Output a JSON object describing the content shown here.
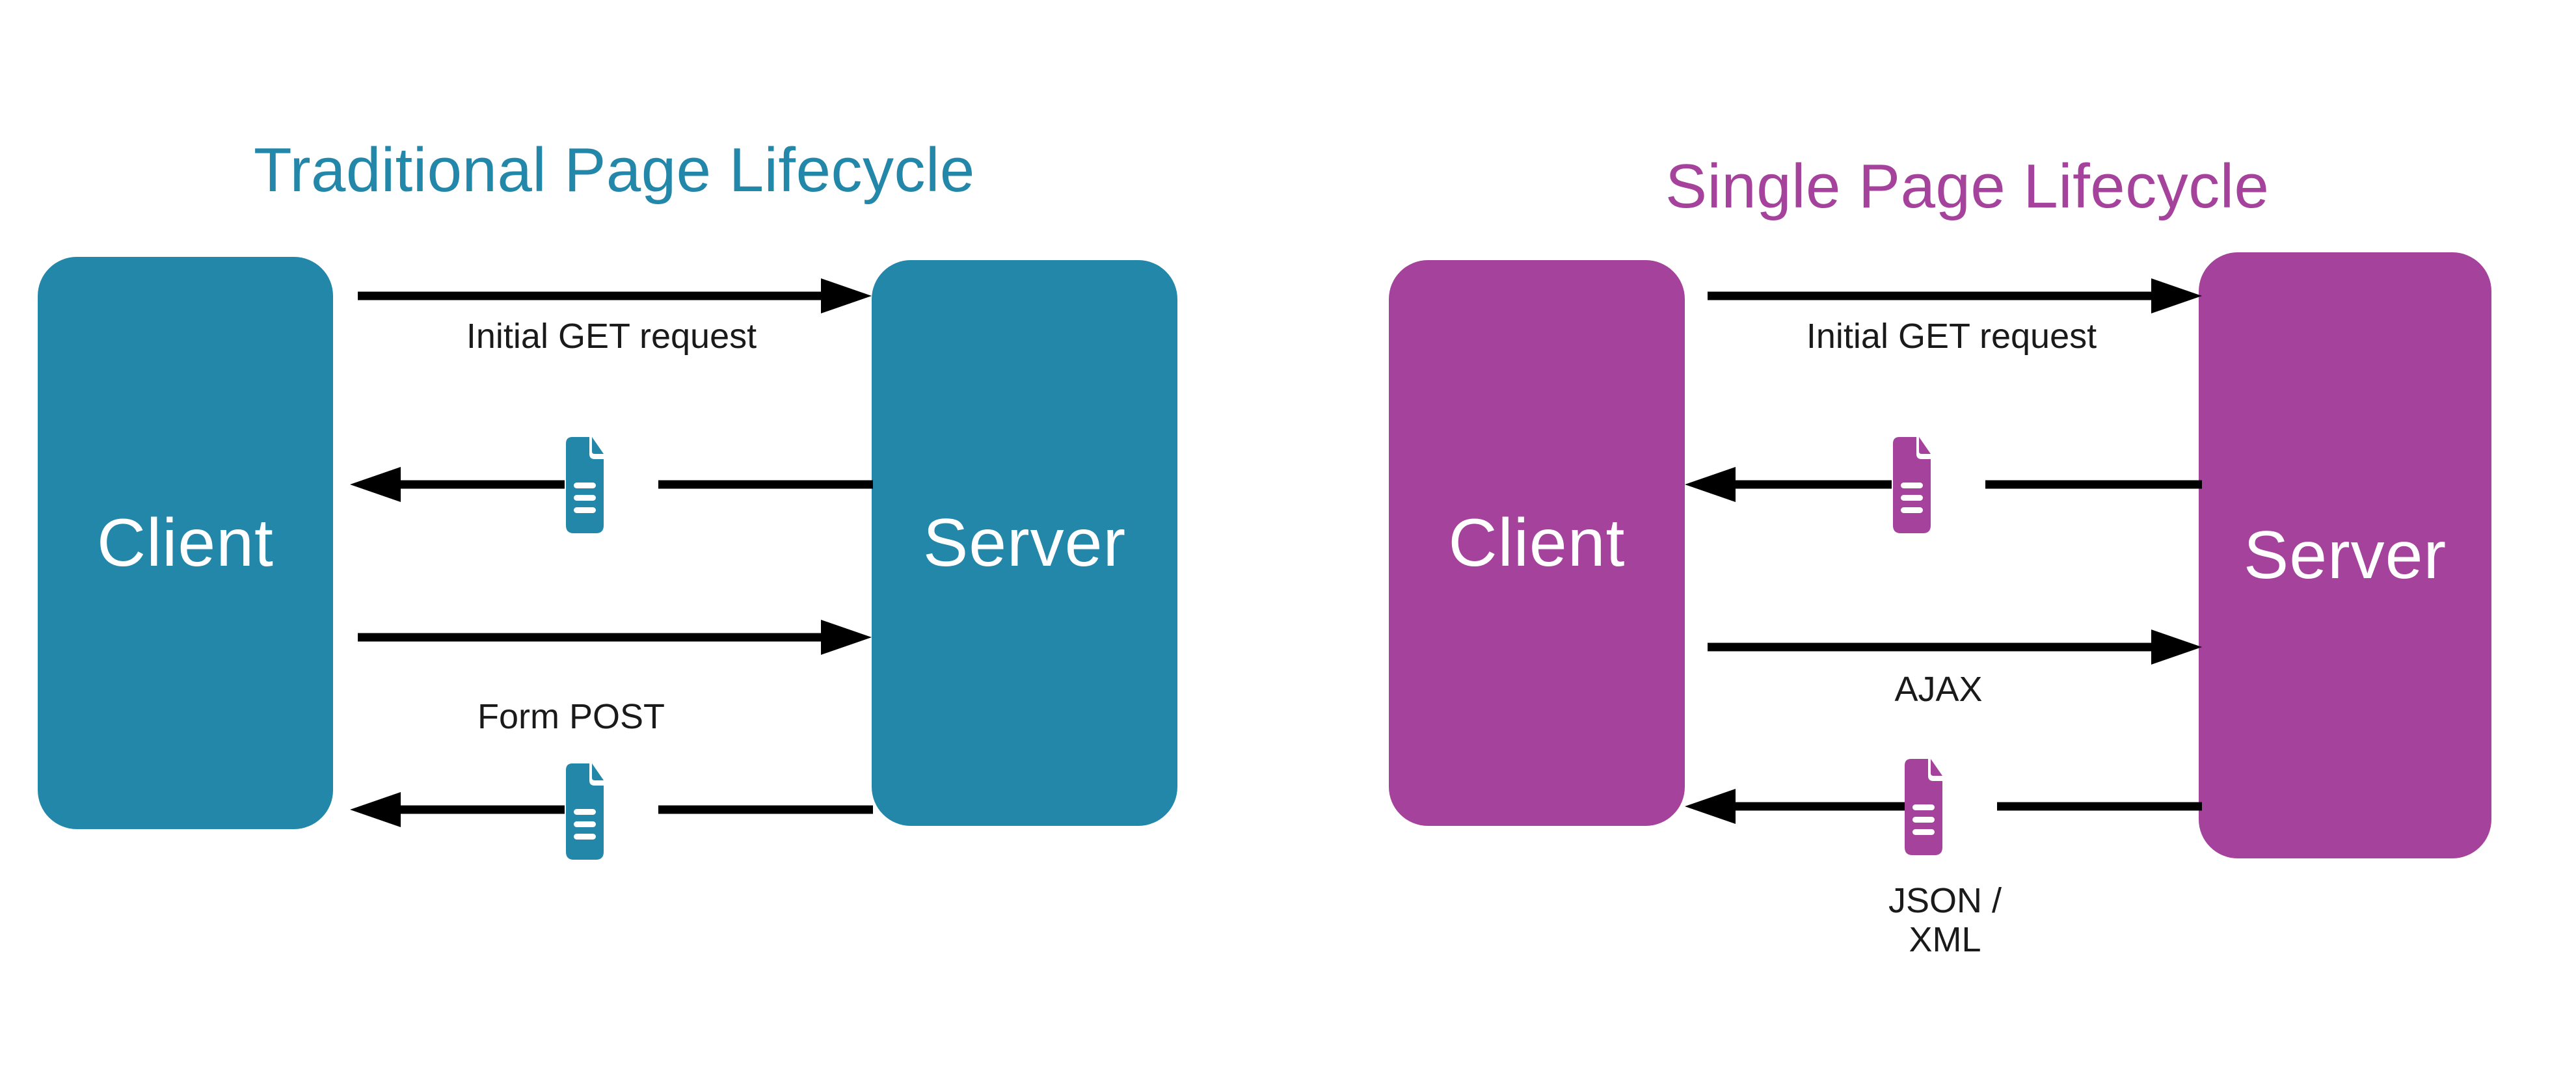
{
  "diagram": {
    "background": "#ffffff",
    "arrow_color": "#000000",
    "label_color": "#1a1a1a"
  },
  "panels": [
    {
      "id": "traditional",
      "title": "Traditional Page Lifecycle",
      "accent_color": "#2387A9",
      "nodes": {
        "client": "Client",
        "server": "Server"
      },
      "flows": [
        {
          "label": "Initial GET request",
          "direction": "client-to-server",
          "has_document_icon": false
        },
        {
          "label": "",
          "direction": "server-to-client",
          "has_document_icon": true
        },
        {
          "label": "Form POST",
          "direction": "client-to-server",
          "has_document_icon": false
        },
        {
          "label": "",
          "direction": "server-to-client",
          "has_document_icon": true
        }
      ]
    },
    {
      "id": "single",
      "title": "Single Page Lifecycle",
      "accent_color": "#A4429C",
      "nodes": {
        "client": "Client",
        "server": "Server"
      },
      "flows": [
        {
          "label": "Initial GET request",
          "direction": "client-to-server",
          "has_document_icon": false
        },
        {
          "label": "",
          "direction": "server-to-client",
          "has_document_icon": true
        },
        {
          "label": "AJAX",
          "direction": "client-to-server",
          "has_document_icon": false
        },
        {
          "label": "JSON /\nXML",
          "direction": "server-to-client",
          "has_document_icon": true
        }
      ]
    }
  ],
  "icons": {
    "document": "document-icon"
  }
}
